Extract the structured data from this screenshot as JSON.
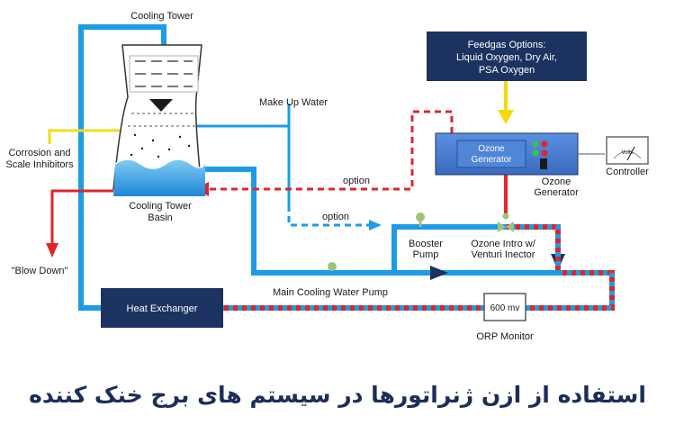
{
  "labels": {
    "cooling_tower": "Cooling Tower",
    "make_up_water": "Make Up Water",
    "corrosion_line1": "Corrosion and",
    "corrosion_line2": "Scale Inhibitors",
    "basin_line1": "Cooling Tower",
    "basin_line2": "Basin",
    "blow_down": "\"Blow Down\"",
    "option_red": "option",
    "option_blue": "option",
    "booster_line1": "Booster",
    "booster_line2": "Pump",
    "ozone_intro_line1": "Ozone Intro w/",
    "ozone_intro_line2": "Venturi Inector",
    "main_pump": "Main Cooling Water Pump",
    "heat_exchanger": "Heat Exchanger",
    "orp_value": "600 mv",
    "orp_monitor": "ORP Monitor",
    "feedgas_line1": "Feedgas Options:",
    "feedgas_line2": "Liquid Oxygen, Dry Air,",
    "feedgas_line3": "PSA Oxygen",
    "ozone_gen_inner_line1": "Ozone",
    "ozone_gen_inner_line2": "Generator",
    "ozone_gen_line1": "Ozone",
    "ozone_gen_line2": "Generator",
    "controller": "Controller",
    "volts": "Volts",
    "caption": "استفاده از ازن ژنراتورها در سیستم های برج خنک کننده"
  },
  "colors": {
    "water_blue": "#1e9be4",
    "navy": "#1c3260",
    "ozone_red": "#e0242b",
    "inhibitor_yellow": "#f2dc1c",
    "feedgas_yellow": "#f5d90a",
    "pump_green": "#9fc27a",
    "generator_blue": "#4a7fd0"
  }
}
